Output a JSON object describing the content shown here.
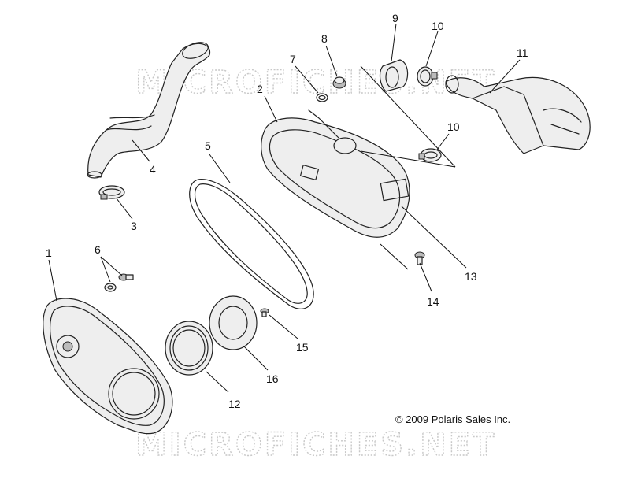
{
  "diagram": {
    "copyright": "© 2009 Polaris Sales Inc.",
    "watermark": "MICROFICHES.NET",
    "callouts": [
      "1",
      "2",
      "3",
      "4",
      "5",
      "6",
      "7",
      "8",
      "9",
      "10",
      "10",
      "11",
      "12",
      "13",
      "14",
      "15",
      "16"
    ]
  }
}
